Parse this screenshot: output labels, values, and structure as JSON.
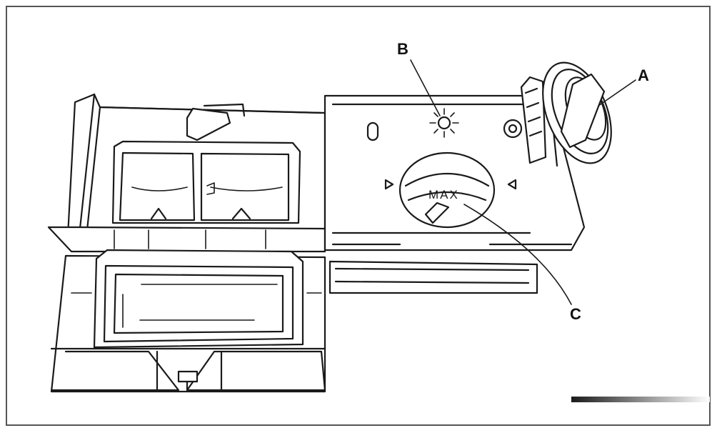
{
  "callouts": {
    "a": "A",
    "b": "B",
    "c": "C"
  },
  "dial": {
    "max_label": "MAX"
  },
  "colors": {
    "line": "#1a1a1a",
    "frame": "#555555",
    "background": "#ffffff"
  }
}
